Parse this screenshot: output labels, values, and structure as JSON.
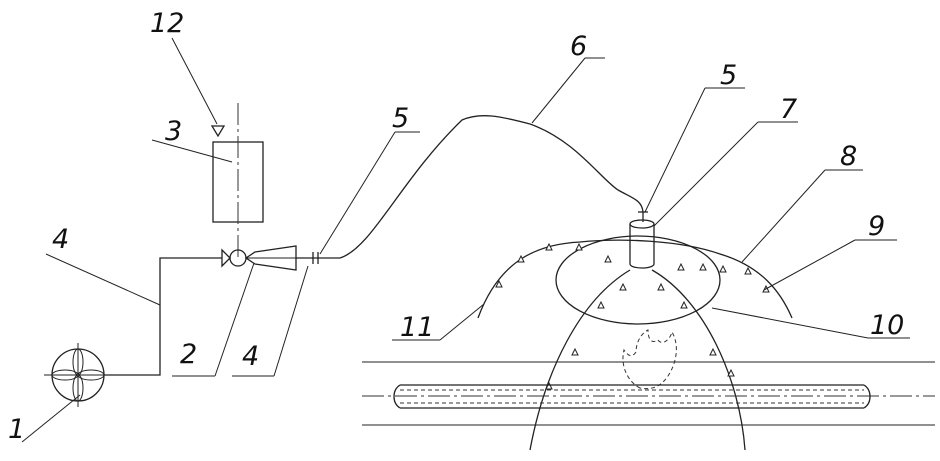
{
  "labels": {
    "fan": "1",
    "mixer": "2",
    "tank": "3",
    "pipe_left": "4",
    "pipe_bottom": "4",
    "valve_left": "5",
    "valve_top": "5",
    "hose": "6",
    "spray_head": "7",
    "ring": "8",
    "nozzle": "9",
    "plate": "10",
    "nozzle_arc": "11",
    "inlet": "12"
  }
}
